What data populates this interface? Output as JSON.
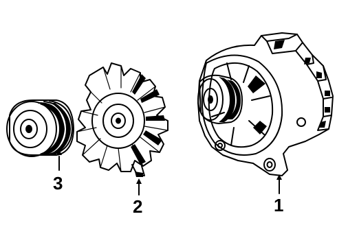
{
  "diagram": {
    "parts": [
      {
        "id": "alternator",
        "callout": "1",
        "icon": "alternator-assembly"
      },
      {
        "id": "fan",
        "callout": "2",
        "icon": "cooling-fan"
      },
      {
        "id": "pulley",
        "callout": "3",
        "icon": "drive-pulley"
      }
    ],
    "colors": {
      "ink": "#000000",
      "paper": "#ffffff"
    }
  }
}
